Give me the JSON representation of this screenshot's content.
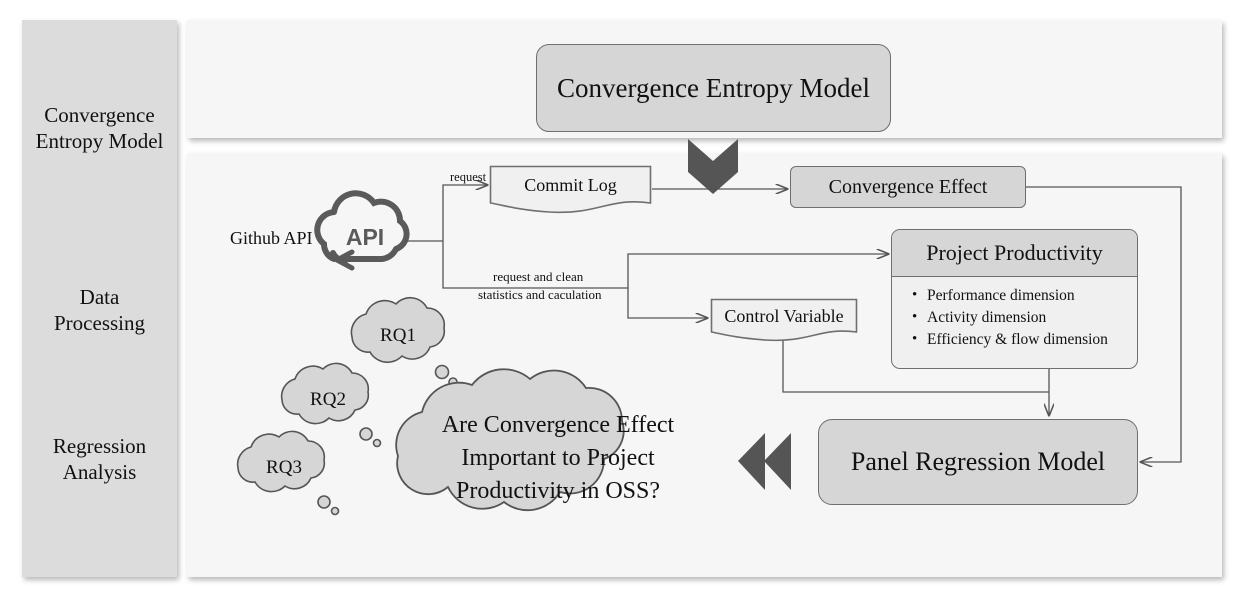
{
  "diagram": {
    "title": "Convergence Entropy Model research framework",
    "colors": {
      "panel_bg": "#f6f6f6",
      "sidebar_bg": "#dcdcdc",
      "box_fill": "#d6d6d6",
      "box_body_fill": "#f0f0f0",
      "stroke": "#6f6f6f",
      "cloud_fill": "#d6d6d6",
      "chevron": "#555555",
      "api_icon": "#5a5a5a"
    }
  },
  "sidebar": {
    "items": [
      {
        "label": "Convergence\nEntropy Model",
        "line1": "Convergence",
        "line2": "Entropy Model"
      },
      {
        "label": "Data\nProcessing",
        "line1": "Data",
        "line2": "Processing"
      },
      {
        "label": "Regression\nAnalysis",
        "line1": "Regression",
        "line2": "Analysis"
      }
    ]
  },
  "nodes": {
    "convergence_entropy_model": "Convergence Entropy Model",
    "commit_log": "Commit Log",
    "convergence_effect": "Convergence Effect",
    "control_variable": "Control Variable",
    "panel_regression_model": "Panel Regression Model",
    "github_api": "Github API",
    "api_icon_label": "API",
    "project_productivity": {
      "title": "Project Productivity",
      "bullets": [
        "Performance dimension",
        "Activity dimension",
        "Efficiency & flow dimension"
      ]
    }
  },
  "edge_labels": {
    "request": "request",
    "request_and_clean": "request and clean",
    "statistics_and_caculation": "statistics and caculation"
  },
  "clouds": {
    "rq1": "RQ1",
    "rq2": "RQ2",
    "rq3": "RQ3",
    "question": {
      "line1": "Are Convergence Effect",
      "line2": "Important to Project",
      "line3": "Productivity in OSS?"
    }
  }
}
